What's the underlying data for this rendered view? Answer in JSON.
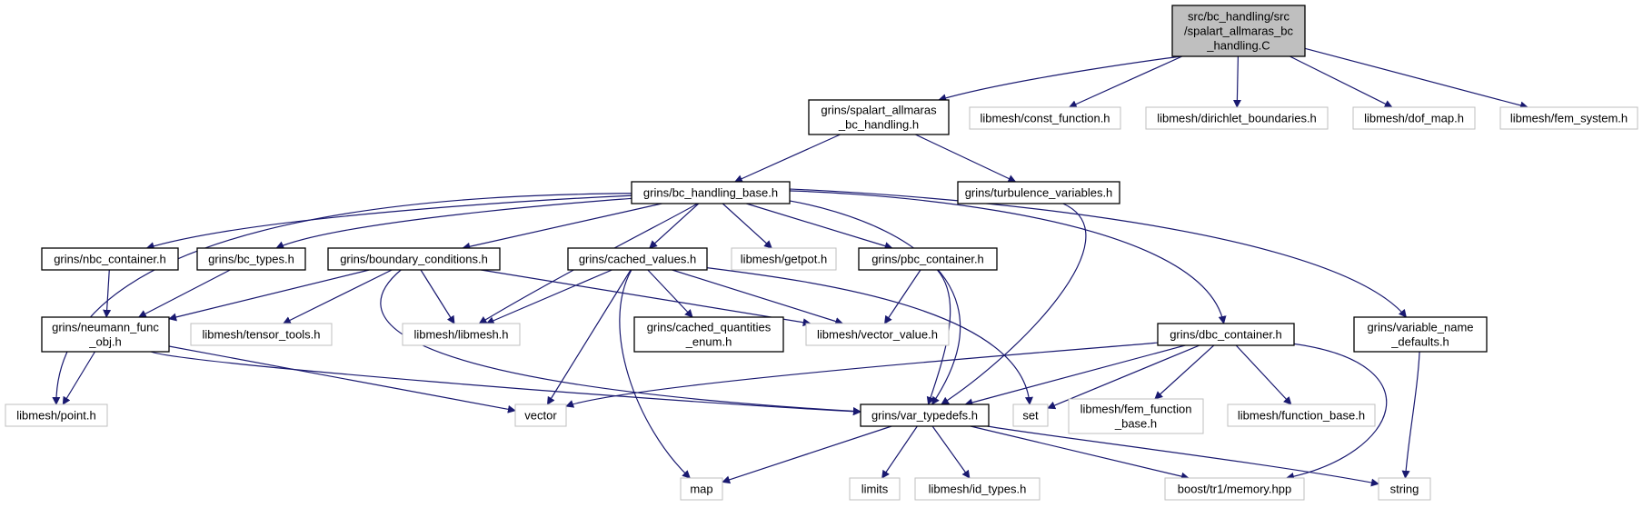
{
  "colors": {
    "edge": "#191970",
    "root_fill": "#bfbfbf",
    "node_fill": "#ffffff",
    "node_border": "#000000",
    "external_border": "#bfbfbf",
    "text": "#000000"
  },
  "nodes": {
    "root": {
      "lines": [
        "src/bc_handling/src",
        "/spalart_allmaras_bc",
        "_handling.C"
      ]
    },
    "spalart_h": {
      "lines": [
        "grins/spalart_allmaras",
        "_bc_handling.h"
      ]
    },
    "const_function": {
      "lines": [
        "libmesh/const_function.h"
      ]
    },
    "dirichlet_boundaries": {
      "lines": [
        "libmesh/dirichlet_boundaries.h"
      ]
    },
    "dof_map": {
      "lines": [
        "libmesh/dof_map.h"
      ]
    },
    "fem_system": {
      "lines": [
        "libmesh/fem_system.h"
      ]
    },
    "bc_handling_base": {
      "lines": [
        "grins/bc_handling_base.h"
      ]
    },
    "turbulence_variables": {
      "lines": [
        "grins/turbulence_variables.h"
      ]
    },
    "nbc_container": {
      "lines": [
        "grins/nbc_container.h"
      ]
    },
    "bc_types": {
      "lines": [
        "grins/bc_types.h"
      ]
    },
    "boundary_conditions": {
      "lines": [
        "grins/boundary_conditions.h"
      ]
    },
    "cached_values": {
      "lines": [
        "grins/cached_values.h"
      ]
    },
    "getpot": {
      "lines": [
        "libmesh/getpot.h"
      ]
    },
    "pbc_container": {
      "lines": [
        "grins/pbc_container.h"
      ]
    },
    "neumann_func": {
      "lines": [
        "grins/neumann_func",
        "_obj.h"
      ]
    },
    "tensor_tools": {
      "lines": [
        "libmesh/tensor_tools.h"
      ]
    },
    "libmesh": {
      "lines": [
        "libmesh/libmesh.h"
      ]
    },
    "cached_quantities": {
      "lines": [
        "grins/cached_quantities",
        "_enum.h"
      ]
    },
    "vector_value": {
      "lines": [
        "libmesh/vector_value.h"
      ]
    },
    "dbc_container": {
      "lines": [
        "grins/dbc_container.h"
      ]
    },
    "variable_name": {
      "lines": [
        "grins/variable_name",
        "_defaults.h"
      ]
    },
    "point": {
      "lines": [
        "libmesh/point.h"
      ]
    },
    "vector": {
      "lines": [
        "vector"
      ]
    },
    "var_typedefs": {
      "lines": [
        "grins/var_typedefs.h"
      ]
    },
    "set": {
      "lines": [
        "set"
      ]
    },
    "fem_function_base": {
      "lines": [
        "libmesh/fem_function",
        "_base.h"
      ]
    },
    "function_base": {
      "lines": [
        "libmesh/function_base.h"
      ]
    },
    "map": {
      "lines": [
        "map"
      ]
    },
    "limits": {
      "lines": [
        "limits"
      ]
    },
    "id_types": {
      "lines": [
        "libmesh/id_types.h"
      ]
    },
    "memory": {
      "lines": [
        "boost/tr1/memory.hpp"
      ]
    },
    "string": {
      "lines": [
        "string"
      ]
    }
  }
}
